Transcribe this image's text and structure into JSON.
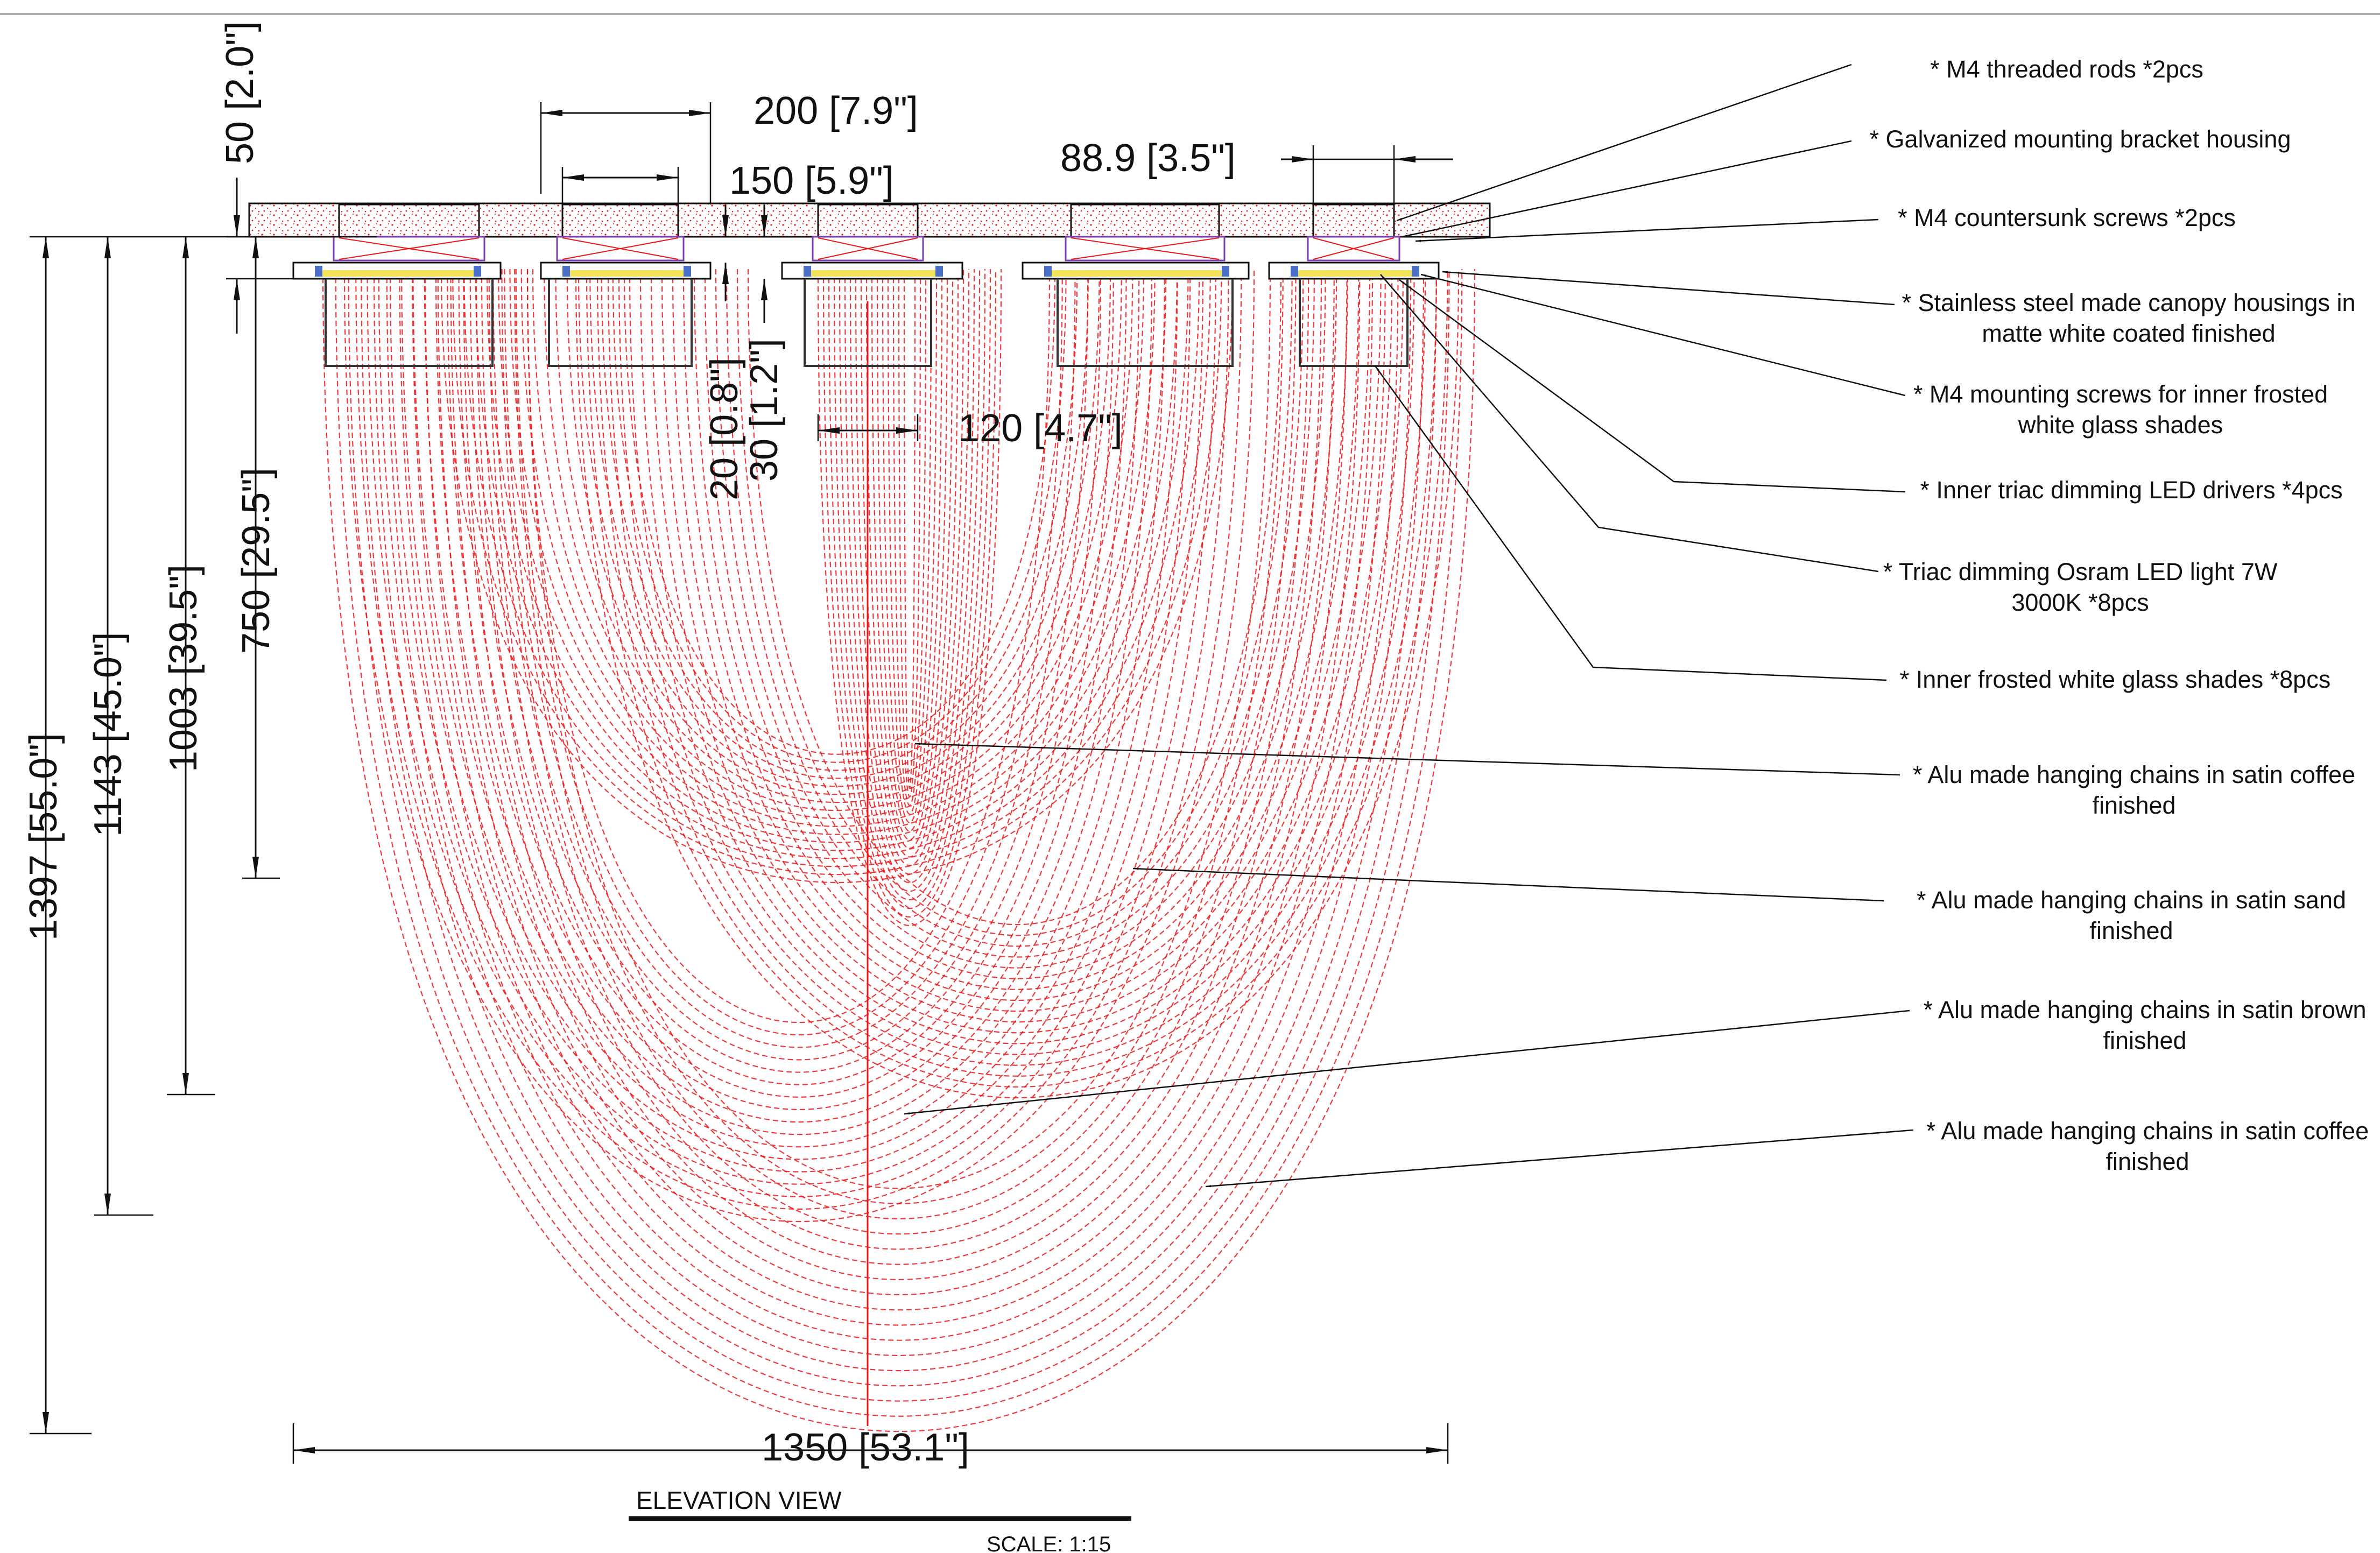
{
  "colors": {
    "line": "#111111",
    "chain": "#e8191b",
    "ceiling": "#ffffff",
    "ceiling_speckle": "#e8191b",
    "canopy_fill": "#ffffff",
    "lamp_yellow": "#f2e35a",
    "bolt_blue": "#4a6fc8"
  },
  "dimensions": {
    "d50": "50 [2.0\"]",
    "d200": "200 [7.9\"]",
    "d150": "150 [5.9\"]",
    "d88": "88.9 [3.5\"]",
    "d20": "20 [0.8\"]",
    "d30": "30 [1.2\"]",
    "d120": "120 [4.7\"]",
    "d750": "750 [29.5\"]",
    "d1003": "1003 [39.5\"]",
    "d1143": "1143 [45.0\"]",
    "d1397": "1397 [55.0\"]",
    "d1350": "1350 [53.1\"]"
  },
  "callouts": [
    {
      "lines": [
        "* M4 threaded rods *2pcs"
      ]
    },
    {
      "lines": [
        "* Galvanized mounting bracket housing"
      ]
    },
    {
      "lines": [
        "* M4 countersunk screws *2pcs"
      ]
    },
    {
      "lines": [
        "* Stainless steel made canopy housings in",
        "matte white coated finished"
      ]
    },
    {
      "lines": [
        "* M4 mounting screws for inner frosted",
        "white glass shades"
      ]
    },
    {
      "lines": [
        "* Inner triac dimming LED drivers *4pcs"
      ]
    },
    {
      "lines": [
        "* Triac dimming Osram LED light 7W",
        "3000K *8pcs"
      ]
    },
    {
      "lines": [
        "* Inner frosted white glass shades *8pcs"
      ]
    },
    {
      "lines": [
        "* Alu made hanging chains in satin coffee",
        "finished"
      ]
    },
    {
      "lines": [
        "* Alu made hanging chains in satin sand",
        "finished"
      ]
    },
    {
      "lines": [
        "* Alu made hanging chains in satin brown",
        "finished"
      ]
    },
    {
      "lines": [
        "* Alu made hanging chains in satin coffee",
        "finished"
      ]
    }
  ],
  "view": {
    "title": "ELEVATION VIEW",
    "scale": "SCALE: 1:15"
  }
}
